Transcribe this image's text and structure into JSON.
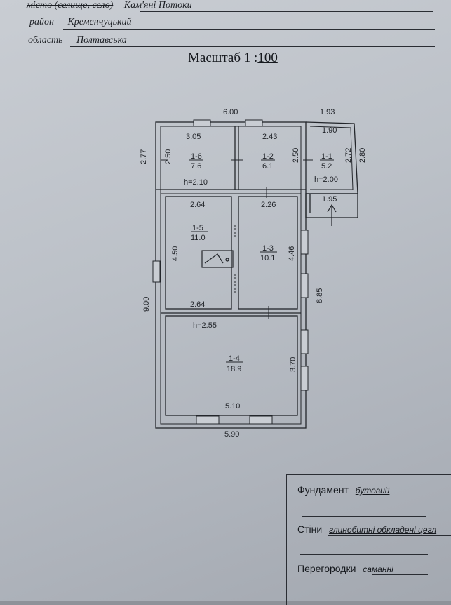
{
  "header": {
    "city_label": "місто (селище, село)",
    "city_value": "Кам'яні Потоки",
    "district_label": "район",
    "district_value": "Кременчуцький",
    "region_label": "область",
    "region_value": "Полтавська"
  },
  "scale": {
    "label": "Масштаб 1 :",
    "value": "100"
  },
  "plan": {
    "dims": {
      "top_main": "6.00",
      "top_annex": "1.93",
      "annex_inner_top": "1.90",
      "left_upper": "2.77",
      "room16_height": "2.50",
      "room16_width": "3.05",
      "room12_width": "2.43",
      "room12_height": "2.50",
      "room11_height": "2.72",
      "annex_right": "2.80",
      "h_upper": "h=2.10",
      "h_annex": "h=2.00",
      "porch_width": "1.95",
      "room15_top": "2.64",
      "room13_top": "2.26",
      "room15_height": "4.50",
      "room13_height": "4.46",
      "room15_bottom": "2.64",
      "left_total": "9.00",
      "right_total": "8.85",
      "h_lower": "h=2.55",
      "room14_height": "3.70",
      "room14_inner_width": "5.10",
      "bottom_total": "5.90"
    },
    "rooms": [
      {
        "id": "1-6",
        "area": "7.6"
      },
      {
        "id": "1-2",
        "area": "6.1"
      },
      {
        "id": "1-1",
        "area": "5.2"
      },
      {
        "id": "1-5",
        "area": "11.0"
      },
      {
        "id": "1-3",
        "area": "10.1"
      },
      {
        "id": "1-4",
        "area": "18.9"
      }
    ]
  },
  "legend": {
    "foundation_label": "Фундамент",
    "foundation_value": "бутовий",
    "walls_label": "Стіни",
    "walls_value": "глинобитні обкладені цегл",
    "partitions_label": "Перегородки",
    "partitions_value": "саманні"
  }
}
